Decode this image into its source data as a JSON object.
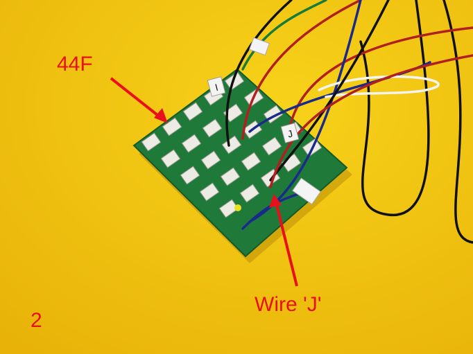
{
  "annotations": {
    "board_label": "44F",
    "wire_label": "Wire 'J'",
    "photo_number": "2"
  },
  "wire_tags": [
    "I",
    "J"
  ],
  "colors": {
    "background": "#f0c010",
    "board": "#1f7a3a",
    "annotation": "#e8101a"
  }
}
